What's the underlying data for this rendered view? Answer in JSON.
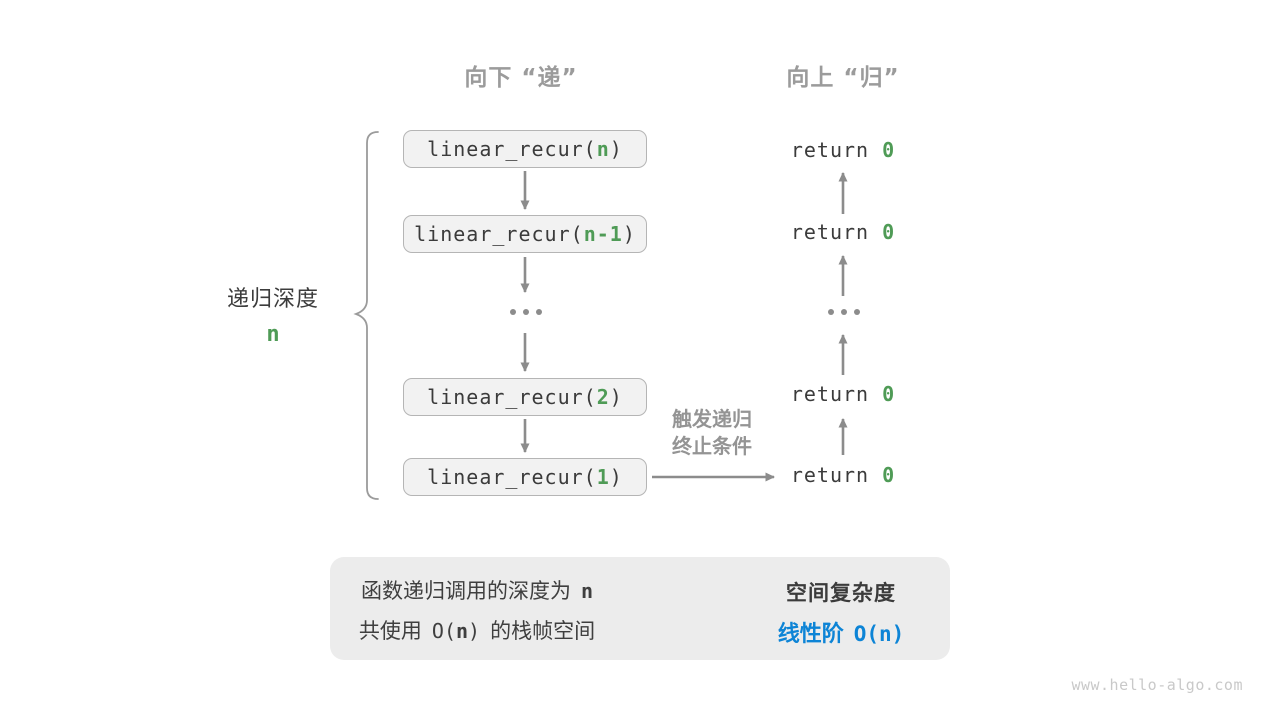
{
  "headers": {
    "down": "向下 “递”",
    "up": "向上 “归”"
  },
  "depth": {
    "label": "递归深度",
    "value": "n"
  },
  "call_stack": {
    "boxes": [
      {
        "prefix": "linear_recur(",
        "arg": "n",
        "suffix": ")"
      },
      {
        "prefix": "linear_recur(",
        "arg": "n-1",
        "suffix": ")"
      },
      {
        "prefix": "linear_recur(",
        "arg": "2",
        "suffix": ")"
      },
      {
        "prefix": "linear_recur(",
        "arg": "1",
        "suffix": ")"
      }
    ],
    "ellipsis": "..."
  },
  "returns": {
    "keyword": "return",
    "value": "0"
  },
  "trigger_label": {
    "line1": "触发递归",
    "line2": "终止条件"
  },
  "summary": {
    "line1": {
      "text": "函数递归调用的深度为",
      "value": "n"
    },
    "line2": {
      "pre": "共使用",
      "code_open": "O(",
      "code_arg": "n",
      "code_close": ")",
      "post": "的栈帧空间"
    },
    "result_title": "空间复杂度",
    "result_label": "线性阶",
    "result_code": "O(n)"
  },
  "watermark": "www.hello-algo.com",
  "colors": {
    "green": "#4f9b56",
    "blue": "#0d84d6",
    "text_dark": "#3b3b3b",
    "gray_label": "#9b9b9b",
    "arrow_gray": "#8c8c8c",
    "box_bg": "#f2f2f2",
    "box_border": "#b5b5b5",
    "panel_bg": "#ececec",
    "block_arrow": "#c4c4c4"
  }
}
